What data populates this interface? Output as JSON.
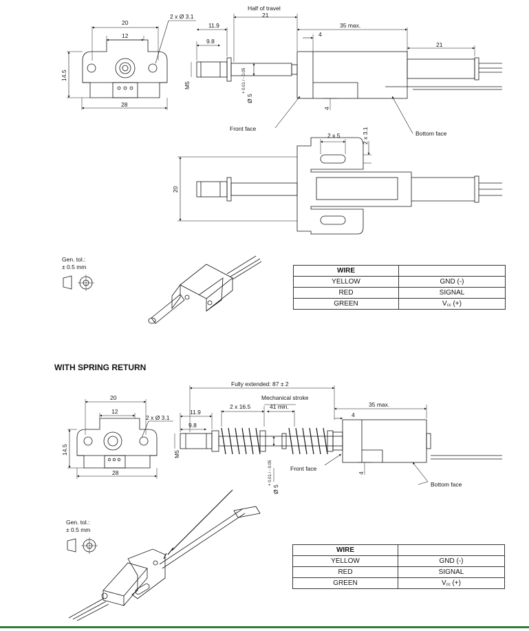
{
  "top": {
    "dims": {
      "d20": "20",
      "d12": "12",
      "holes": "2 x Ø 3.1",
      "h14_5": "14.5",
      "d28": "28",
      "half_travel": "Half of travel",
      "d21a": "21",
      "d11_9": "11.9",
      "d9_8": "9.8",
      "d35max": "35 max.",
      "d4a": "4",
      "d21b": "21",
      "m5": "M5",
      "d5": "Ø 5",
      "tol5": "+ 0.01 / - 0.05",
      "d4b": "4",
      "front_face": "Front face",
      "bottom_face": "Bottom face",
      "d2x5": "2 x 5",
      "d2x3_1": "2 x 3.1",
      "d20v": "20"
    },
    "gen_tol": {
      "line1": "Gen. tol.:",
      "line2": "± 0.5 mm"
    },
    "table": {
      "header": "WIRE",
      "rows": [
        {
          "wire": "YELLOW",
          "fn": "GND (-)"
        },
        {
          "wire": "RED",
          "fn": "SIGNAL"
        },
        {
          "wire": "GREEN",
          "fn_main": "V",
          "fn_sub": "cc",
          "fn_tail": " (+)"
        }
      ]
    }
  },
  "spring": {
    "heading": "WITH SPRING RETURN",
    "dims": {
      "d20": "20",
      "d12": "12",
      "holes": "2 x Ø 3.1",
      "h14_5": "14.5",
      "d28": "28",
      "fully_extended": "Fully extended: 87 ± 2",
      "mech_stroke": "Mechanical stroke",
      "d11_9": "11.9",
      "d2x16_5": "2 x 16.5",
      "d41min": "41 min.",
      "d9_8": "9.8",
      "d35max": "35 max.",
      "d4a": "4",
      "m5": "M5",
      "d4b": "4",
      "d5": "Ø 5",
      "tol5": "+ 0.01 / - 0.05",
      "front_face": "Front face",
      "bottom_face": "Bottom face"
    },
    "gen_tol": {
      "line1": "Gen. tol.:",
      "line2": "± 0.5 mm"
    },
    "table": {
      "header": "WIRE",
      "rows": [
        {
          "wire": "YELLOW",
          "fn": "GND (-)"
        },
        {
          "wire": "RED",
          "fn": "SIGNAL"
        },
        {
          "wire": "GREEN",
          "fn_main": "V",
          "fn_sub": "cc",
          "fn_tail": " (+)"
        }
      ]
    }
  }
}
